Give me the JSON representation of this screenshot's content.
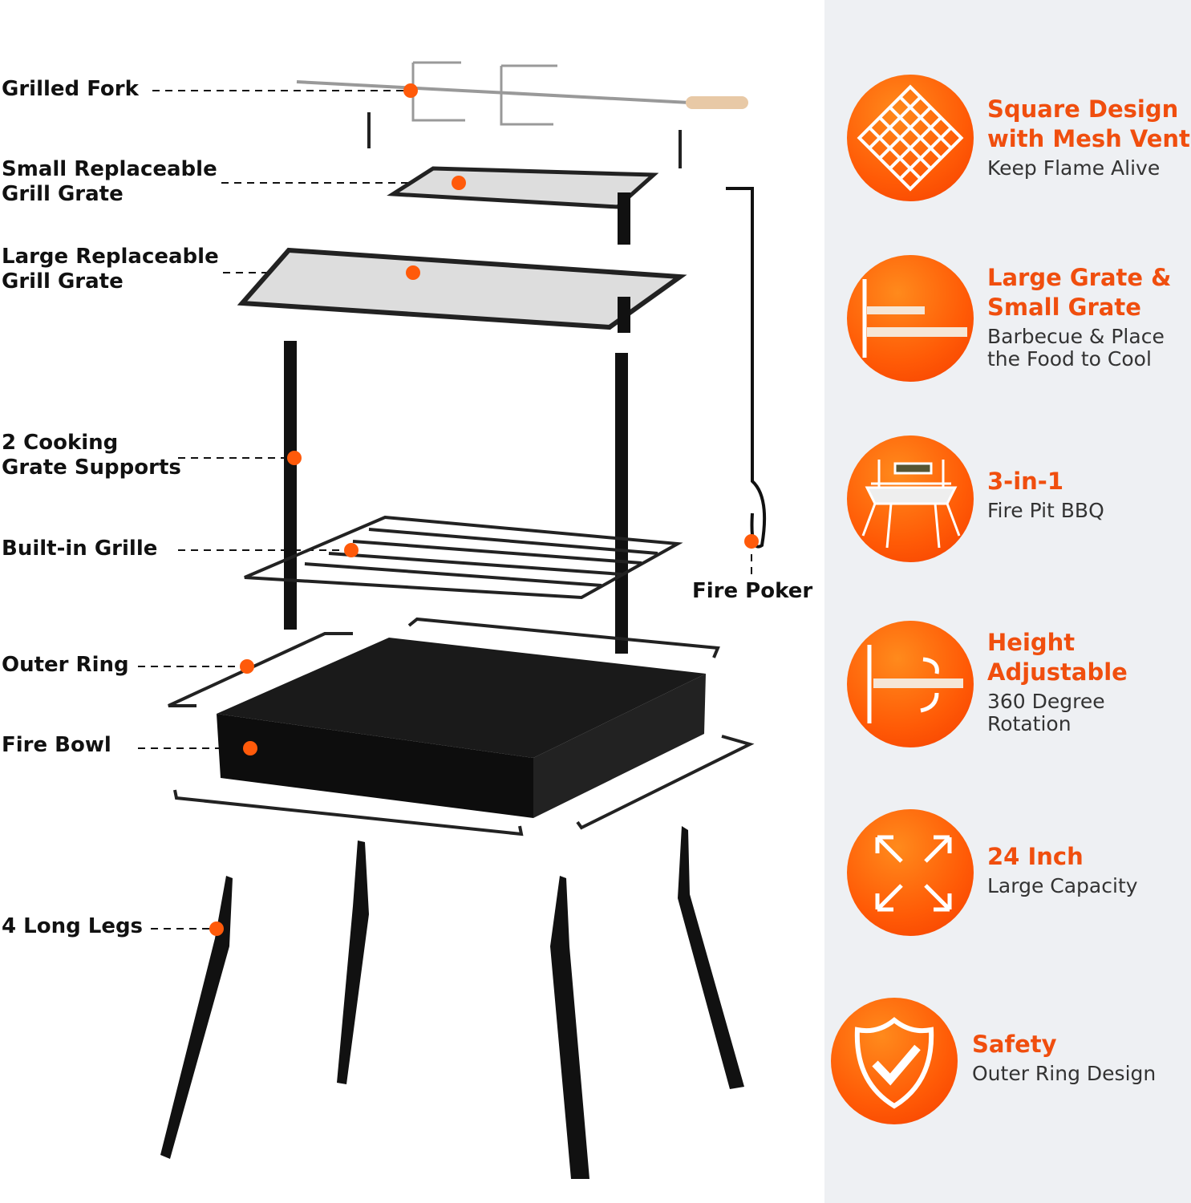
{
  "parts": [
    {
      "label_lines": [
        "Grilled Fork"
      ]
    },
    {
      "label_lines": [
        "Small Replaceable",
        "Grill Grate"
      ]
    },
    {
      "label_lines": [
        "Large Replaceable",
        "Grill Grate"
      ]
    },
    {
      "label_lines": [
        "2 Cooking",
        "Grate Supports"
      ]
    },
    {
      "label_lines": [
        "Built-in Grille"
      ]
    },
    {
      "label_lines": [
        "Outer Ring"
      ]
    },
    {
      "label_lines": [
        "Fire Bowl"
      ]
    },
    {
      "label_lines": [
        "4 Long Legs"
      ]
    }
  ],
  "fire_poker_label": "Fire Poker",
  "features": [
    {
      "icon": "mesh-vent-icon",
      "title_lines": [
        "Square Design",
        "with Mesh Vent"
      ],
      "sub_lines": [
        "Keep Flame Alive"
      ]
    },
    {
      "icon": "two-grates-icon",
      "title_lines": [
        "Large Grate &",
        "Small Grate"
      ],
      "sub_lines": [
        "Barbecue & Place",
        "the Food to Cool"
      ]
    },
    {
      "icon": "fire-pit-bbq-icon",
      "title_lines": [
        "3-in-1"
      ],
      "sub_lines": [
        "Fire Pit BBQ"
      ]
    },
    {
      "icon": "height-adjust-icon",
      "title_lines": [
        "Height",
        "Adjustable"
      ],
      "sub_lines": [
        "360 Degree",
        "Rotation"
      ]
    },
    {
      "icon": "expand-arrows-icon",
      "title_lines": [
        "24 Inch"
      ],
      "sub_lines": [
        "Large Capacity"
      ]
    },
    {
      "icon": "shield-check-icon",
      "title_lines": [
        "Safety"
      ],
      "sub_lines": [
        "Outer Ring Design"
      ]
    }
  ],
  "colors": {
    "accent": "#f04e0e",
    "panel": "#eef0f3",
    "dot": "#ff5a0a"
  }
}
